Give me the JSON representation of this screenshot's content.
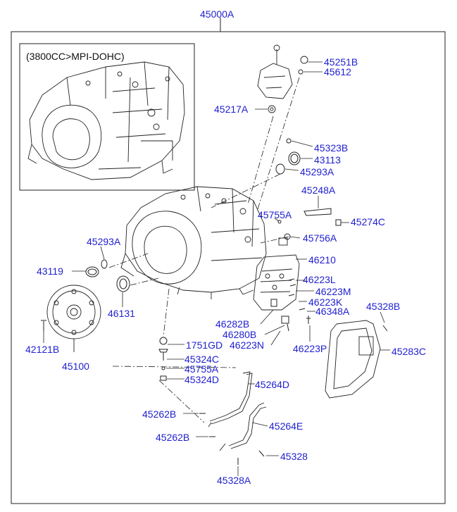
{
  "diagram": {
    "assembly_label": "45000A",
    "variant_note": "(3800CC>MPI-DOHC)",
    "parts": {
      "p45251B": "45251B",
      "p45612": "45612",
      "p45217A": "45217A",
      "p45323B": "45323B",
      "p43113": "43113",
      "p45293A_top": "45293A",
      "p45248A": "45248A",
      "p45755A_top": "45755A",
      "p45274C": "45274C",
      "p45756A": "45756A",
      "p45293A_left": "45293A",
      "p46210": "46210",
      "p43119": "43119",
      "p46223L": "46223L",
      "p46223M": "46223M",
      "p46223K": "46223K",
      "p45328B": "45328B",
      "p46348A": "46348A",
      "p46131": "46131",
      "p46282B": "46282B",
      "p46280B": "46280B",
      "p42121B": "42121B",
      "p1751GD": "1751GD",
      "p46223N": "46223N",
      "p46223P": "46223P",
      "p45283C": "45283C",
      "p45100": "45100",
      "p45324C": "45324C",
      "p45755A_low": "45755A",
      "p45324D": "45324D",
      "p45264D": "45264D",
      "p45262B_a": "45262B",
      "p45264E": "45264E",
      "p45262B_b": "45262B",
      "p45328": "45328",
      "p45328A": "45328A"
    }
  },
  "colors": {
    "label_blue": "#1f1fd0",
    "line": "#222222",
    "frame": "#333333"
  }
}
